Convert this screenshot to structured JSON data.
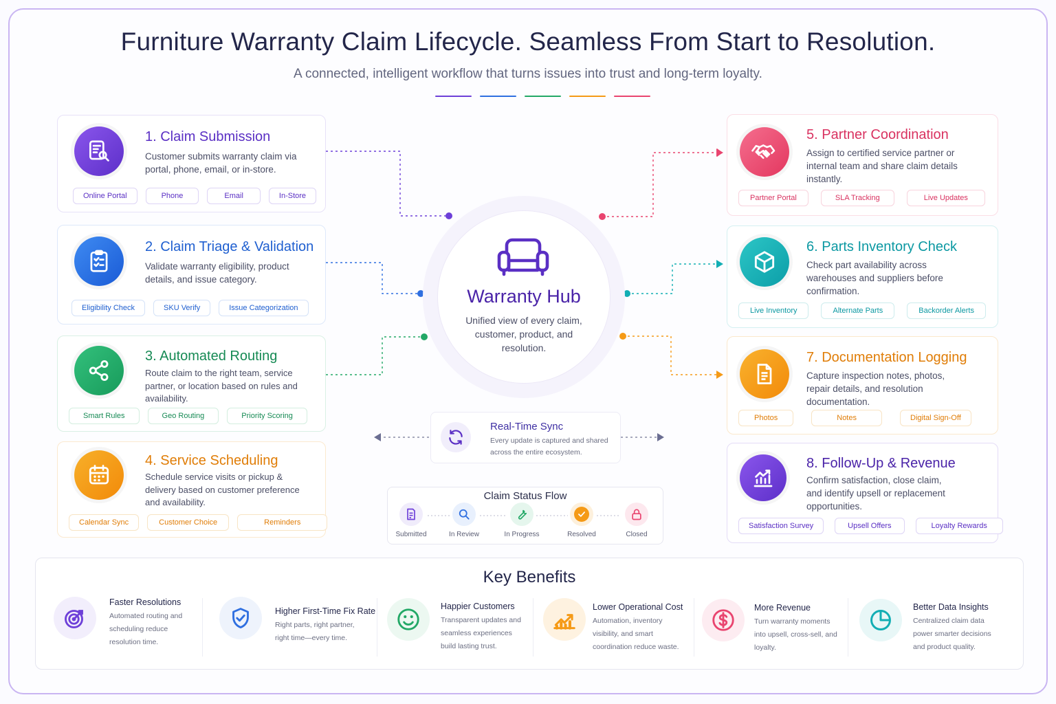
{
  "header": {
    "title": "Furniture Warranty Claim Lifecycle. Seamless From Start to Resolution.",
    "subtitle": "A connected, intelligent workflow that turns issues into trust and long-term loyalty."
  },
  "colors": {
    "purple": "#6d3fd8",
    "blue": "#2f6fe0",
    "green": "#22a866",
    "orange": "#f59a16",
    "pink": "#e9446f",
    "teal": "#12aeb4"
  },
  "steps": [
    {
      "title": "1. Claim Submission",
      "desc": "Customer submits warranty claim via portal, phone, email, or in-store.",
      "icon": "document-search-icon",
      "tags": [
        "Online Portal",
        "Phone",
        "Email",
        "In-Store"
      ]
    },
    {
      "title": "2. Claim Triage & Validation",
      "desc": "Validate warranty eligibility, product details, and issue category.",
      "icon": "clipboard-check-icon",
      "tags": [
        "Eligibility Check",
        "SKU Verify",
        "Issue Categorization"
      ]
    },
    {
      "title": "3. Automated Routing",
      "desc": "Route claim to the right team, service partner, or location based on rules and availability.",
      "icon": "share-nodes-icon",
      "tags": [
        "Smart Rules",
        "Geo Routing",
        "Priority Scoring"
      ]
    },
    {
      "title": "4. Service Scheduling",
      "desc": "Schedule service visits or pickup & delivery based on customer preference and availability.",
      "icon": "calendar-icon",
      "tags": [
        "Calendar Sync",
        "Customer Choice",
        "Reminders"
      ]
    },
    {
      "title": "5. Partner Coordination",
      "desc": "Assign to certified service partner or internal team and share claim details instantly.",
      "icon": "handshake-icon",
      "tags": [
        "Partner Portal",
        "SLA Tracking",
        "Live Updates"
      ]
    },
    {
      "title": "6. Parts Inventory Check",
      "desc": "Check part availability across warehouses and suppliers before confirmation.",
      "icon": "box-icon",
      "tags": [
        "Live Inventory",
        "Alternate Parts",
        "Backorder Alerts"
      ]
    },
    {
      "title": "7. Documentation Logging",
      "desc": "Capture inspection notes, photos, repair details, and resolution documentation.",
      "icon": "document-icon",
      "tags": [
        "Photos",
        "Notes",
        "Digital Sign-Off"
      ]
    },
    {
      "title": "8. Follow-Up & Revenue",
      "desc": "Confirm satisfaction, close claim, and identify upsell or replacement opportunities.",
      "icon": "chart-up-icon",
      "tags": [
        "Satisfaction Survey",
        "Upsell Offers",
        "Loyalty Rewards"
      ]
    }
  ],
  "hub": {
    "title": "Warranty Hub",
    "desc": "Unified view of every claim, customer, product, and resolution.",
    "icon": "sofa-icon"
  },
  "sync": {
    "title": "Real-Time Sync",
    "desc": "Every update is captured and shared across the entire ecosystem.",
    "icon": "refresh-icon"
  },
  "status_flow": {
    "title": "Claim Status Flow",
    "steps": [
      {
        "label": "Submitted",
        "icon": "form-icon"
      },
      {
        "label": "In Review",
        "icon": "search-icon"
      },
      {
        "label": "In Progress",
        "icon": "wrench-icon"
      },
      {
        "label": "Resolved",
        "icon": "check-icon"
      },
      {
        "label": "Closed",
        "icon": "lock-icon"
      }
    ]
  },
  "benefits": {
    "title": "Key Benefits",
    "items": [
      {
        "title": "Faster Resolutions",
        "desc": "Automated routing and scheduling reduce resolution time.",
        "icon": "target-icon"
      },
      {
        "title": "Higher First-Time Fix Rate",
        "desc": "Right parts, right partner, right time—every time.",
        "icon": "shield-check-icon"
      },
      {
        "title": "Happier Customers",
        "desc": "Transparent updates and seamless experiences build lasting trust.",
        "icon": "smile-icon"
      },
      {
        "title": "Lower Operational Cost",
        "desc": "Automation, inventory visibility, and smart coordination reduce waste.",
        "icon": "trend-chart-icon"
      },
      {
        "title": "More Revenue",
        "desc": "Turn warranty moments into upsell, cross-sell, and loyalty.",
        "icon": "dollar-icon"
      },
      {
        "title": "Better Data Insights",
        "desc": "Centralized claim data power smarter decisions and product quality.",
        "icon": "pie-chart-icon"
      }
    ]
  }
}
